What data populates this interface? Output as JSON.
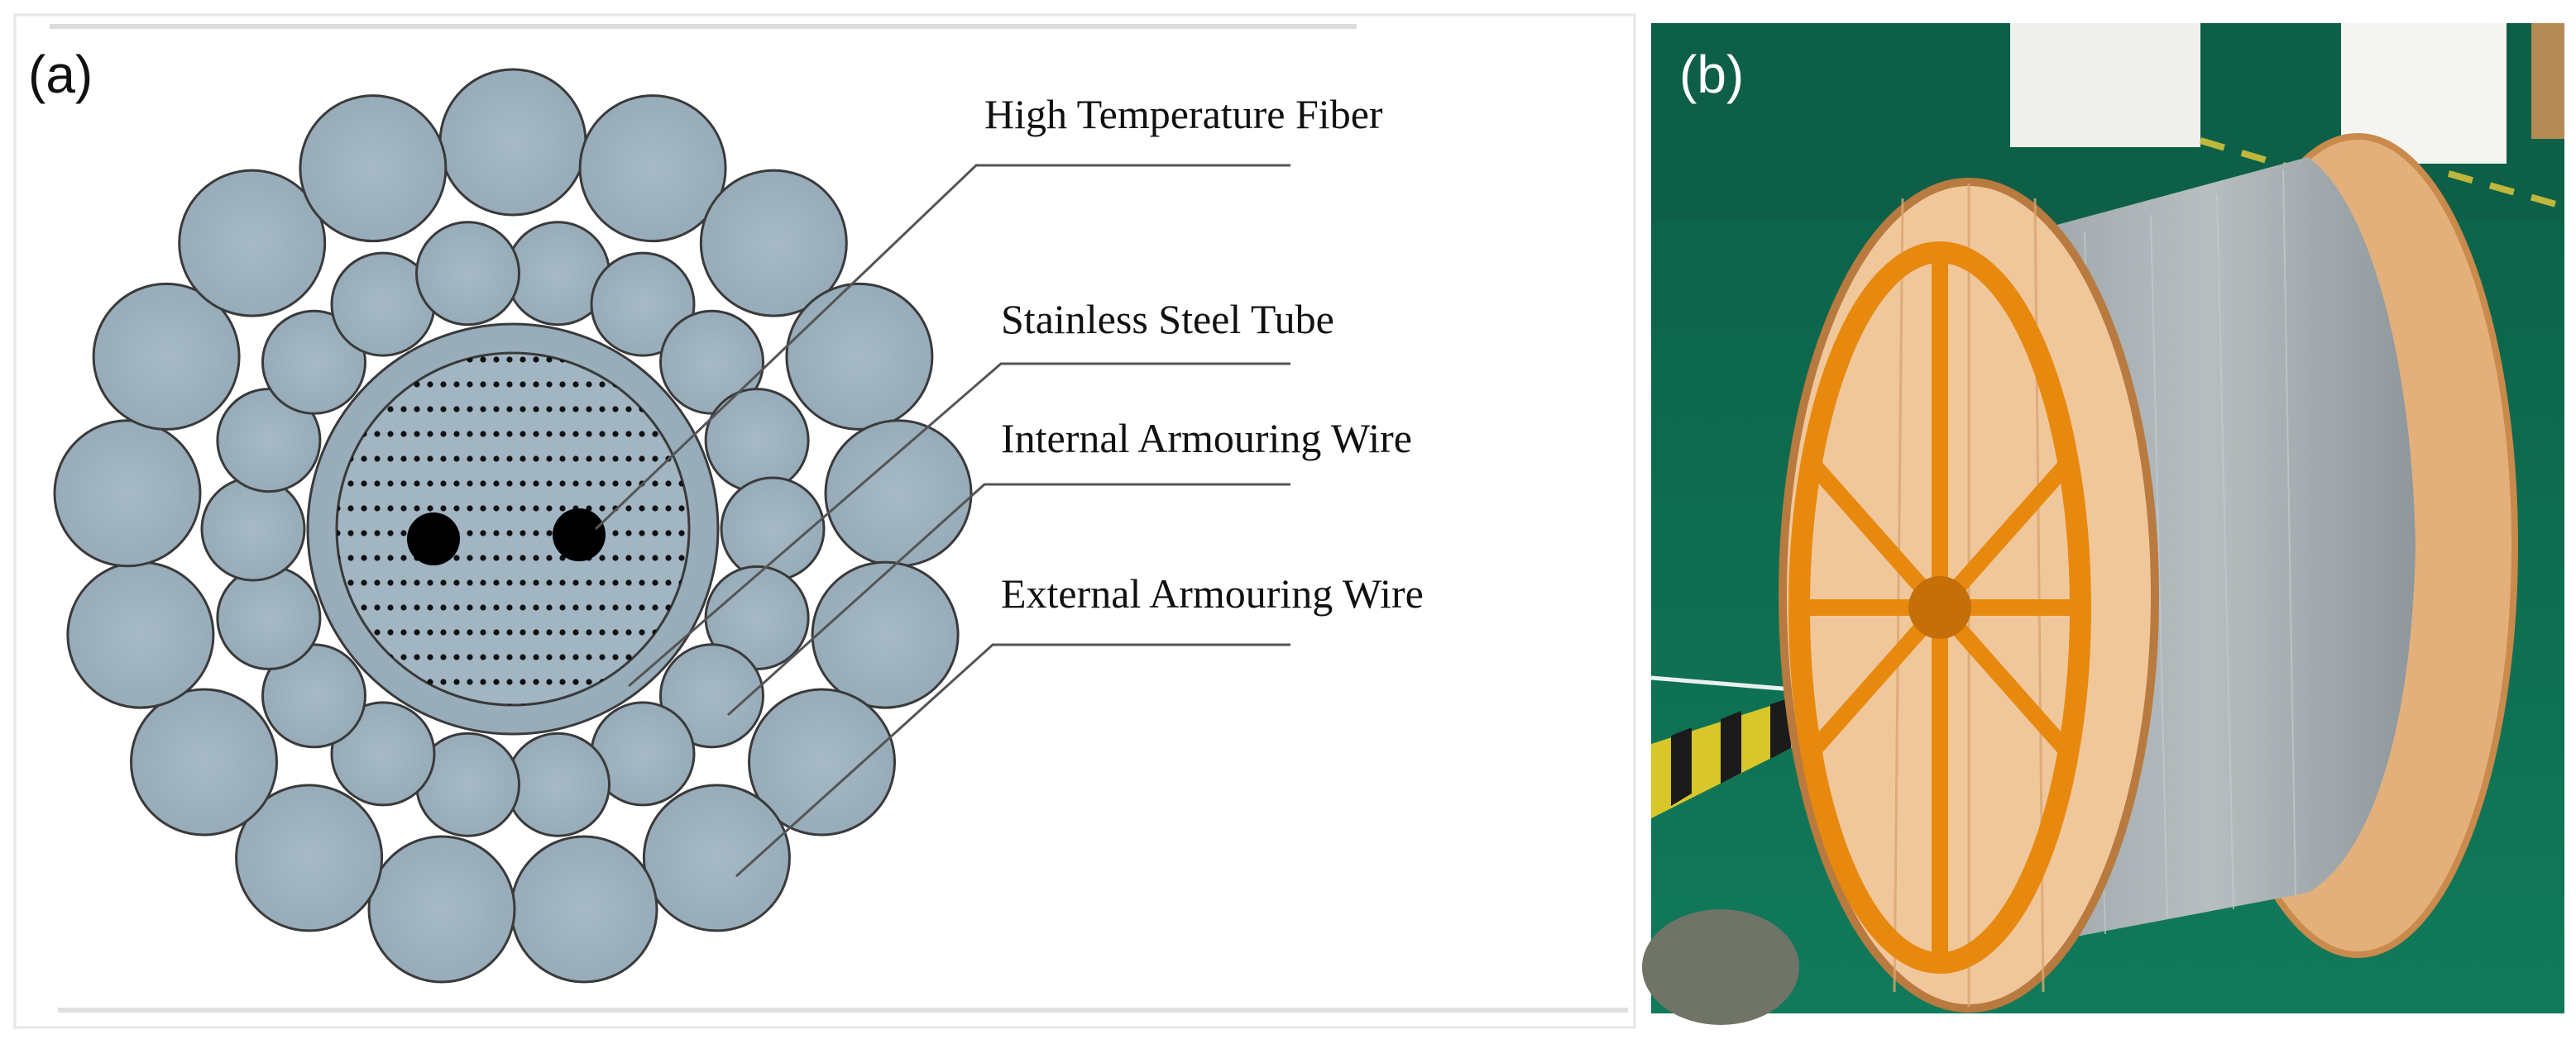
{
  "panel_a": {
    "label": "(a)",
    "callouts": [
      {
        "id": "fiber",
        "text": "High Temperature Fiber"
      },
      {
        "id": "tube",
        "text": "Stainless Steel Tube"
      },
      {
        "id": "internal",
        "text": "Internal Armouring Wire"
      },
      {
        "id": "external",
        "text": "External Armouring Wire"
      }
    ],
    "colors": {
      "wire": "#9fb3c0",
      "wire_stroke": "#3a3a3a",
      "fiber": "#000000",
      "leader": "#555555"
    }
  },
  "panel_b": {
    "label": "(b)",
    "colors": {
      "floor": "#0f6e51",
      "reel_wood": "#e6b98a",
      "reel_frame": "#e58a12",
      "cable": "#a9b0b3",
      "pillar": "#f2f2ef"
    }
  }
}
